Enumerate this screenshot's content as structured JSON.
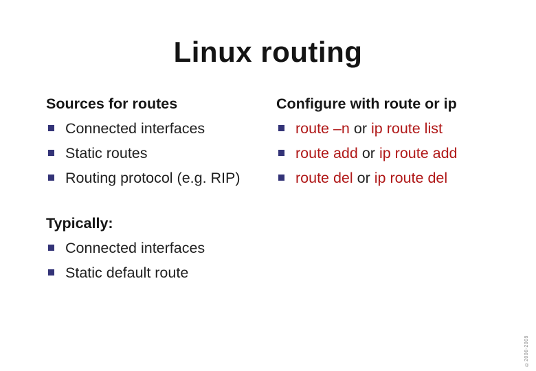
{
  "slide": {
    "title": "Linux routing",
    "left_column": {
      "heading": "Sources for routes",
      "items": [
        "Connected interfaces",
        "Static routes",
        "Routing protocol (e.g. RIP)"
      ]
    },
    "right_column": {
      "heading": "Configure with route or ip",
      "items": [
        {
          "cmd1": "route –n",
          "connector": "or",
          "cmd2": "ip route list"
        },
        {
          "cmd1": "route add",
          "connector": "or",
          "cmd2": "ip route add"
        },
        {
          "cmd1": "route del",
          "connector": "or",
          "cmd2": "ip route del"
        }
      ]
    },
    "second_section": {
      "heading": "Typically:",
      "items": [
        "Connected interfaces",
        "Static default route"
      ]
    },
    "side_caption": "©2008-2009",
    "colors": {
      "command_red": "#B01818",
      "bullet_navy": "#333377",
      "text_black": "#1A1A1A",
      "background": "#FFFFFF"
    }
  }
}
